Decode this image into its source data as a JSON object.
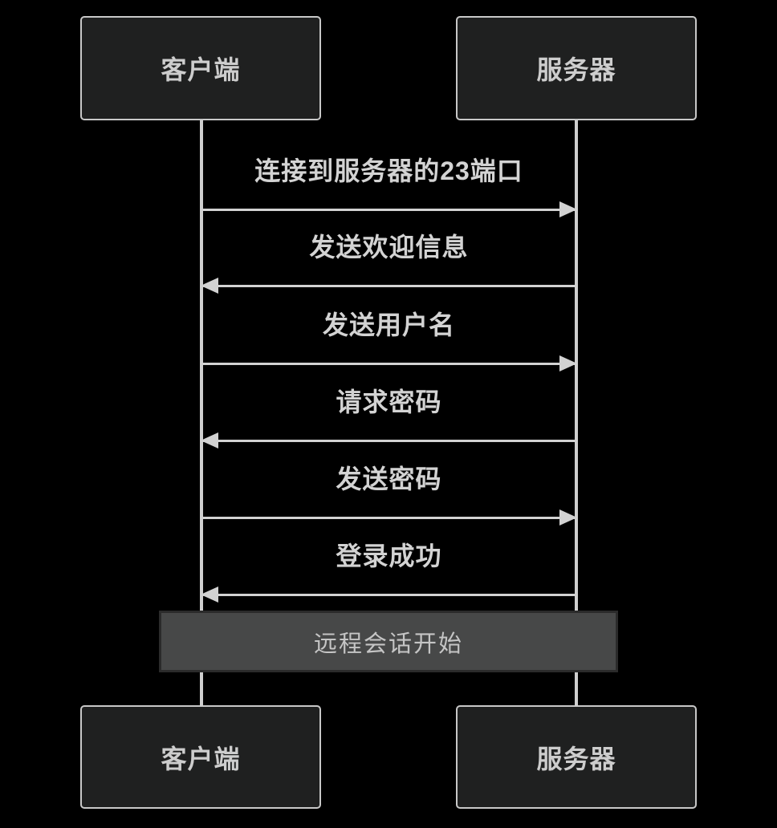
{
  "diagram": {
    "type": "sequence",
    "actors": [
      {
        "id": "client",
        "label": "客户端"
      },
      {
        "id": "server",
        "label": "服务器"
      }
    ],
    "messages": [
      {
        "from": "客户端",
        "to": "服务器",
        "direction": "right",
        "label": "连接到服务器的23端口"
      },
      {
        "from": "服务器",
        "to": "客户端",
        "direction": "left",
        "label": "发送欢迎信息"
      },
      {
        "from": "客户端",
        "to": "服务器",
        "direction": "right",
        "label": "发送用户名"
      },
      {
        "from": "服务器",
        "to": "客户端",
        "direction": "left",
        "label": "请求密码"
      },
      {
        "from": "客户端",
        "to": "服务器",
        "direction": "right",
        "label": "发送密码"
      },
      {
        "from": "服务器",
        "to": "客户端",
        "direction": "left",
        "label": "登录成功"
      }
    ],
    "note": {
      "label": "远程会话开始",
      "span": "over 客户端 and 服务器"
    },
    "colors": {
      "background": "#000000",
      "actor_fill": "#1f2020",
      "actor_border": "#c8c8c8",
      "actor_text": "#cdcdcd",
      "line": "#d2d2d2",
      "message_text": "#d3d3d3",
      "note_fill": "#474848",
      "note_border": "#2b2b2b",
      "note_text": "#c5c5c5"
    }
  }
}
